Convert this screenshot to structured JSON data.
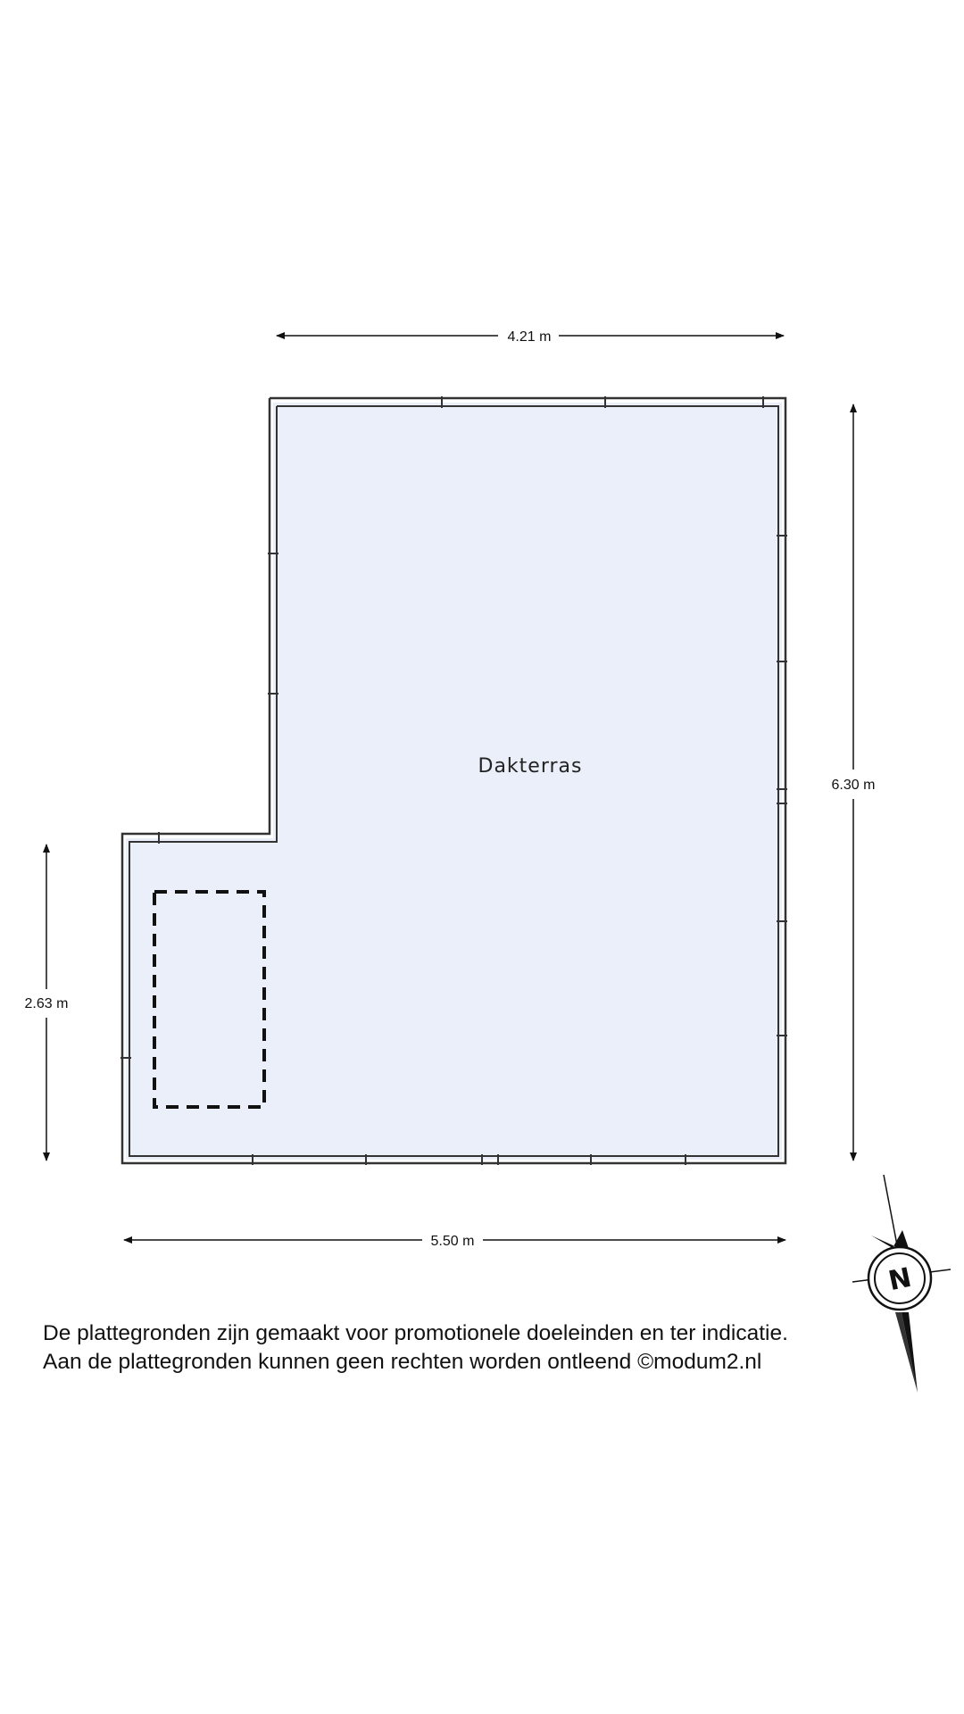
{
  "room": {
    "name": "Dakterras"
  },
  "dimensions": {
    "top_width": "4.21 m",
    "bottom_width": "5.50 m",
    "right_height": "6.30 m",
    "left_height": "2.63 m"
  },
  "compass": {
    "label": "N"
  },
  "disclaimer": {
    "line1": "De plattegronden zijn gemaakt voor promotionele doeleinden en ter indicatie.",
    "line2": "Aan de plattegronden kunnen geen rechten worden ontleend ©modum2.nl"
  },
  "colors": {
    "floor": "#ebeffa",
    "wall": "#333333",
    "line": "#111111"
  }
}
